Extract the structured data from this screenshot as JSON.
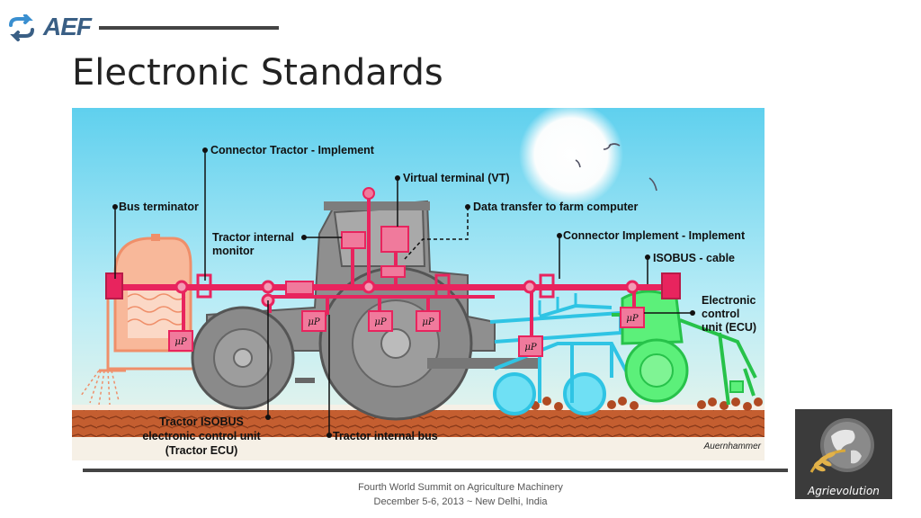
{
  "header": {
    "logo_text": "AEF",
    "title": "Electronic Standards"
  },
  "diagram": {
    "labels": {
      "connector_tractor_implement": "Connector Tractor - Implement",
      "virtual_terminal": "Virtual terminal (VT)",
      "bus_terminator": "Bus terminator",
      "data_transfer": "Data transfer to farm computer",
      "tractor_internal_monitor_1": "Tractor internal",
      "tractor_internal_monitor_2": "monitor",
      "connector_implement_implement": "Connector Implement - Implement",
      "isobus_cable": "ISOBUS - cable",
      "ecu_1": "Electronic",
      "ecu_2": "control",
      "ecu_3": "unit (ECU)",
      "tractor_ecu_1": "Tractor ISOBUS",
      "tractor_ecu_2": "electronic control unit",
      "tractor_ecu_3": "(Tractor ECU)",
      "tractor_internal_bus": "Tractor internal bus",
      "microprocessor": "μP"
    },
    "credit": "Auernhammer",
    "colors": {
      "bus": "#e8245e",
      "tractor": "#8c8c8c",
      "sprayer_tank": "#f4a586",
      "cultivator": "#49d6ef",
      "seeder": "#33e35b",
      "soil": "#b8542c"
    }
  },
  "footer": {
    "line1": "Fourth World Summit on Agriculture Machinery",
    "line2": "December 5-6, 2013 ~ New Delhi, India"
  },
  "badge": {
    "text": "Agrievolution"
  }
}
